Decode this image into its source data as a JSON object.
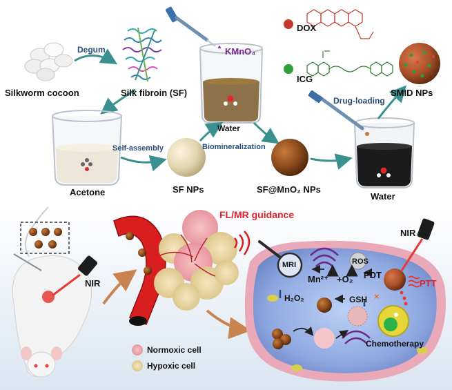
{
  "labels": {
    "silkworm_cocoon": "Silkworm cocoon",
    "degum": "Degum",
    "silk_fibroin": "Silk fibroin (SF)",
    "kmno4": "KMnO₄",
    "water_top": "Water",
    "acetone": "Acetone",
    "self_assembly": "Self-assembly",
    "sf_nps": "SF NPs",
    "biomineralization": "Biomineralization",
    "sf_mno2_nps": "SF@MnO₂ NPs",
    "water_bottom": "Water",
    "dox": "DOX",
    "icg": "ICG",
    "drug_loading": "Drug-loading",
    "smid_nps": "SMID NPs",
    "fl_mr_guidance": "FL/MR guidance",
    "nir_mouse": "NIR",
    "nir_cell": "NIR",
    "mri": "MRI",
    "ros": "ROS",
    "pdt": "PDT",
    "ptt": "PTT",
    "mn_ions": "Mn²⁺",
    "o2": "+O₂",
    "gsh": "GSH",
    "h2o2": "H₂O₂",
    "chemotherapy": "Chemotherapy",
    "normoxic_cell": "Normoxic cell",
    "hypoxic_cell": "Hypoxic cell"
  },
  "colors": {
    "arrow": "#3a8f8f",
    "title_red": "#e0202a",
    "particle_brown": "#8a4a1c",
    "cell_membrane": "#e9a9b8",
    "cytoplasm": "#8fa8e0",
    "vessel": "#d81e1e",
    "tumor_pink": "#f0a3a8",
    "tumor_tan": "#e8d49a"
  },
  "icons": [
    "cocoon-icon",
    "protein-structure-icon",
    "pipette-icon",
    "beaker-icon",
    "nanoparticle-icon",
    "mouse-icon",
    "laser-icon",
    "blood-vessel-icon",
    "tumor-icon",
    "cell-icon",
    "mitochondria-icon",
    "nucleus-icon",
    "signal-wave-icon"
  ]
}
